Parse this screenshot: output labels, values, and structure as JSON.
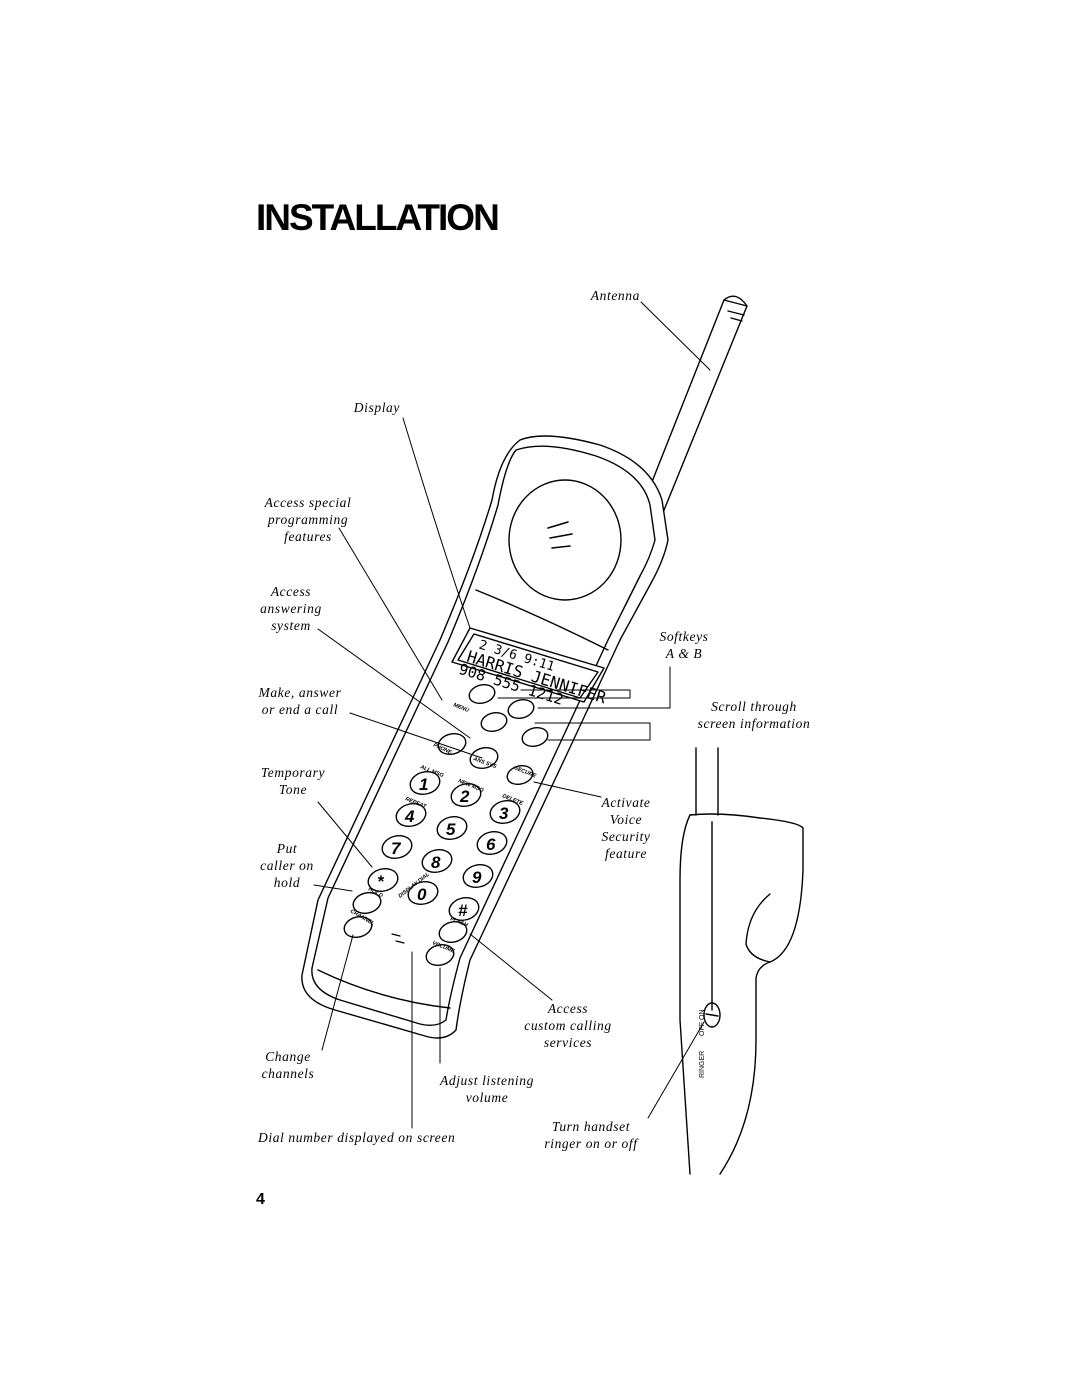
{
  "page": {
    "title": "INSTALLATION",
    "page_number": "4"
  },
  "labels": {
    "antenna": "Antenna",
    "display": "Display",
    "access_special": [
      "Access special",
      "programming",
      "features"
    ],
    "access_answering": [
      "Access",
      "answering",
      "system"
    ],
    "make_answer": [
      "Make, answer",
      "or end a call"
    ],
    "temporary_tone": [
      "Temporary",
      "Tone"
    ],
    "put_on_hold": [
      "Put",
      "caller on",
      "hold"
    ],
    "change_channels": [
      "Change",
      "channels"
    ],
    "dial_number": "Dial number displayed on screen",
    "softkeys": [
      "Softkeys",
      "A & B"
    ],
    "scroll": [
      "Scroll through",
      "screen information"
    ],
    "voice_security": [
      "Activate",
      "Voice",
      "Security",
      "feature"
    ],
    "custom_calling": [
      "Access",
      "custom calling",
      "services"
    ],
    "adjust_volume": [
      "Adjust listening",
      "volume"
    ],
    "ringer": [
      "Turn handset",
      "ringer on or off"
    ]
  },
  "display_screen": {
    "line1": "2   3/6   9:11",
    "line2": "HARRIS JENNIFER",
    "line3": "908 555 1212"
  },
  "handset_keys": {
    "menu": "MENU",
    "phone": "PHONE",
    "ans_sys": "ANS SYS",
    "secure": "SECURE",
    "all_msg": "ALL MSG",
    "new_msg": "NEW MSG",
    "repeat": "REPEAT",
    "delete": "DELETE",
    "hold": "HOLD",
    "display_dial": "DISPLAY DIAL",
    "flash": "FLASH",
    "channel": "CHANNEL",
    "volume": "VOLUME",
    "digits": [
      "1",
      "2",
      "3",
      "4",
      "5",
      "6",
      "7",
      "8",
      "9",
      "*",
      "0",
      "#"
    ]
  },
  "side_switch": {
    "off": "OFF",
    "on": "ON",
    "ringer": "RINGER"
  }
}
